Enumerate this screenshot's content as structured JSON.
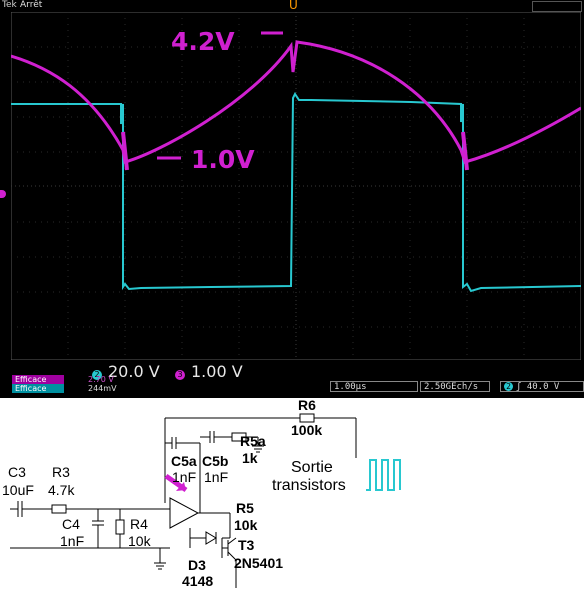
{
  "scope": {
    "brand": "Tek",
    "status": "Arrêt",
    "trigger_marker": "U",
    "annotation_high": "4.2V",
    "annotation_low": "1.0V",
    "ch2_scale": "20.0 V",
    "ch3_scale": "1.00 V",
    "ch2_number": "2",
    "ch3_number": "3",
    "meas": [
      {
        "label": "Efficace",
        "value": "2.70 V"
      },
      {
        "label": "Efficace",
        "value": "244mV"
      }
    ],
    "timebase": "1.00µs",
    "sample_rate": "2.50GEch/s",
    "trigger_channel": "2",
    "trigger_slope": "ʃ",
    "trigger_level": "40.0 V",
    "colors": {
      "ch2": "#28c8d0",
      "ch3": "#d020d0",
      "grid": "#404040"
    }
  },
  "schematic": {
    "c3": "C3",
    "c3_val": "10uF",
    "r3": "R3",
    "r3_val": "4.7k",
    "c4": "C4",
    "c4_val": "1nF",
    "r4": "R4",
    "r4_val": "10k",
    "c5a": "C5a",
    "c5a_val": "1nF",
    "c5b": "C5b",
    "c5b_val": "1nF",
    "r5a": "R5a",
    "r5a_val": "1k",
    "r6": "R6",
    "r6_val": "100k",
    "r5": "R5",
    "r5_val": "10k",
    "t3": "T3",
    "t3_val": "2N5401",
    "d3": "D3",
    "d3_val": "4148",
    "output_line1": "Sortie",
    "output_line2": "transistors"
  }
}
